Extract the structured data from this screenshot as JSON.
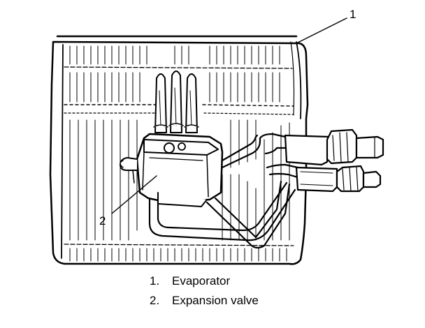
{
  "diagram": {
    "callouts": [
      {
        "number": "1",
        "target": "evaporator"
      },
      {
        "number": "2",
        "target": "expansion-valve"
      }
    ],
    "legend": [
      {
        "number": "1.",
        "label": "Evaporator"
      },
      {
        "number": "2.",
        "label": "Expansion valve"
      }
    ]
  }
}
